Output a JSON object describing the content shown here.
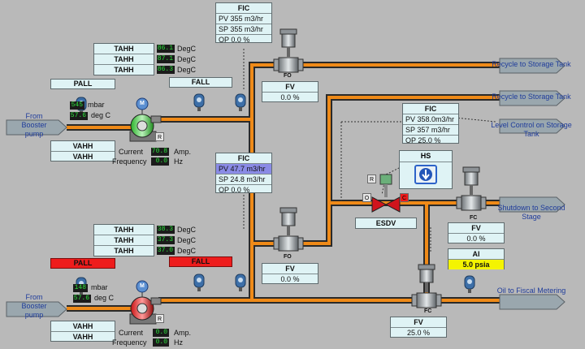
{
  "sources": {
    "top": {
      "label": "From Booster pump"
    },
    "bottom": {
      "label": "From Booster pump"
    }
  },
  "destinations": {
    "recycle1": "Recycle to Storage Tank",
    "recycle2": "Recycle to Storage Tank",
    "level": "Level Control on Storage Tank",
    "shutdown": "Shutdown to Second Stage",
    "fiscal": "Oil to Fiscal Metering"
  },
  "pump_top": {
    "tahh": [
      {
        "label": "TAHH",
        "value": "86.1",
        "unit": "DegC"
      },
      {
        "label": "TAHH",
        "value": "87.1",
        "unit": "DegC"
      },
      {
        "label": "TAHH",
        "value": "86.3",
        "unit": "DegC"
      }
    ],
    "pall": "PALL",
    "fall": "FALL",
    "pressure": {
      "value": "545",
      "unit": "mbar"
    },
    "temperature": {
      "value": "57.6",
      "unit": "deg C"
    },
    "vahh": [
      "VAHH",
      "VAHH"
    ],
    "current": {
      "label": "Current",
      "value": "70.8",
      "unit": "Amp."
    },
    "frequency": {
      "label": "Frequency",
      "value": "0.0",
      "unit": "Hz"
    },
    "motor": "M",
    "status": "R"
  },
  "pump_bottom": {
    "tahh": [
      {
        "label": "TAHH",
        "value": "38.3",
        "unit": "DegC"
      },
      {
        "label": "TAHH",
        "value": "37.3",
        "unit": "DegC"
      },
      {
        "label": "TAHH",
        "value": "37.0",
        "unit": "DegC"
      }
    ],
    "pall": "PALL",
    "fall": "FALL",
    "pressure": {
      "value": "148",
      "unit": "mbar"
    },
    "temperature": {
      "value": "57.6",
      "unit": "deg C"
    },
    "vahh": [
      "VAHH",
      "VAHH"
    ],
    "current": {
      "label": "Current",
      "value": "0.0",
      "unit": "Amp."
    },
    "frequency": {
      "label": "Frequency",
      "value": "0.0",
      "unit": "Hz"
    },
    "motor": "M",
    "status": "R"
  },
  "fic_top": {
    "title": "FIC",
    "pv": "PV  355  m3/hr",
    "sp": "SP  355  m3/hr",
    "op": "OP  0.0  %"
  },
  "fic_mid": {
    "title": "FIC",
    "pv": "PV  47.7 m3/hr",
    "sp": "SP  24.8 m3/hr",
    "op": "OP  0.0  %"
  },
  "fic_right": {
    "title": "FIC",
    "pv": "PV  358.0m3/hr",
    "sp": "SP  357  m3/hr",
    "op": "OP  25.0  %"
  },
  "valve_top": {
    "mode": "FO",
    "fv": "FV",
    "value": "0.0  %"
  },
  "valve_mid": {
    "mode": "FO",
    "fv": "FV",
    "value": "0.0  %"
  },
  "valve_right": {
    "mode": "FC",
    "fv": "FV",
    "value": "0.0  %"
  },
  "valve_fiscal": {
    "mode": "FC",
    "fv": "FV",
    "value": "25.0  %"
  },
  "hs": {
    "title": "HS"
  },
  "esdv": {
    "label": "ESDV",
    "mode": "R",
    "open_ind": "O",
    "closed_ind": "C"
  },
  "ai": {
    "title": "AI",
    "value": "5.0 psia",
    "highlight": "#f4f400"
  },
  "colors": {
    "pipe": "#ef8a18",
    "pipe_edge": "#2a2a2a",
    "flow_green": "#3bd33b",
    "alarm": "#ee1c1c",
    "pv_highlight": "#8a8be6"
  }
}
